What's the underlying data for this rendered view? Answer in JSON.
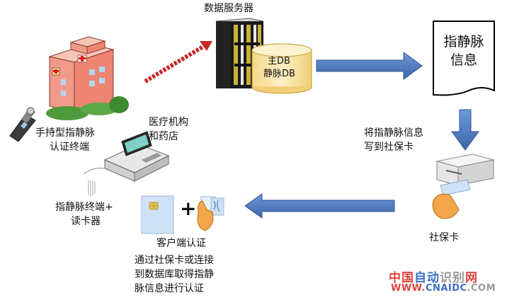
{
  "nodes": {
    "data_server": "数据服务器",
    "db_main": "主DB",
    "db_vein": "静脉DB",
    "vein_info_doc": [
      "指静脉",
      "信息"
    ],
    "hospital": [
      "医疗机构",
      "和药店"
    ],
    "handheld": [
      "手持型指静脉",
      "认证终端"
    ],
    "terminal_reader": [
      "指静脉终端+",
      "读卡器"
    ],
    "write_card": [
      "将指静脉信息",
      "写到社保卡"
    ],
    "social_card": "社保卡",
    "client_auth": "客户端认证",
    "client_desc": [
      "通过社保卡或连接",
      "到数据库取得指静",
      "脉信息进行认证"
    ],
    "plus": "+"
  },
  "watermark": {
    "line1": [
      "中国",
      "自动",
      "识别",
      "网"
    ],
    "line2": [
      "WWW.",
      "CNAIDC",
      ".COM"
    ]
  },
  "colors": {
    "blue_arrow": "#4a78bd",
    "red_arrow": "#c62828",
    "db_fill": "#fbe6a8",
    "hospital_wall": "#f29a8a",
    "wm_red": "#e0443c",
    "wm_blue": "#3a6fc4",
    "wm_grey": "#9a9a9a"
  }
}
